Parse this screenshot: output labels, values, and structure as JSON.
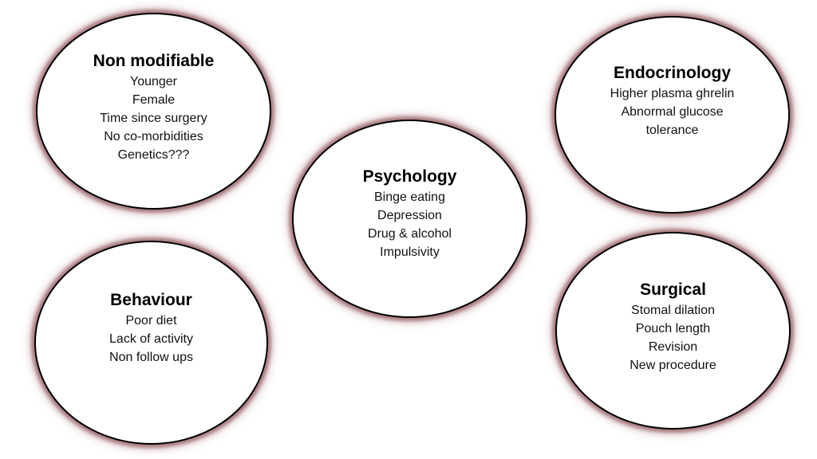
{
  "nodes": {
    "non_modifiable": {
      "title": "Non modifiable",
      "items": [
        "Younger",
        "Female",
        "Time since surgery",
        "No co-morbidities",
        "Genetics???"
      ]
    },
    "endocrinology": {
      "title": "Endocrinology",
      "items": [
        "Higher plasma ghrelin",
        "Abnormal glucose",
        "tolerance"
      ]
    },
    "psychology": {
      "title": "Psychology",
      "items": [
        "Binge eating",
        "Depression",
        "Drug & alcohol",
        "Impulsivity"
      ]
    },
    "behaviour": {
      "title": "Behaviour",
      "items": [
        "Poor diet",
        "Lack of activity",
        "Non follow ups"
      ]
    },
    "surgical": {
      "title": "Surgical",
      "items": [
        "Stomal dilation",
        "Pouch length",
        "Revision",
        "New procedure"
      ]
    }
  },
  "colors": {
    "outline": "#000000",
    "glow": "#965f64",
    "background": "#ffffff"
  }
}
